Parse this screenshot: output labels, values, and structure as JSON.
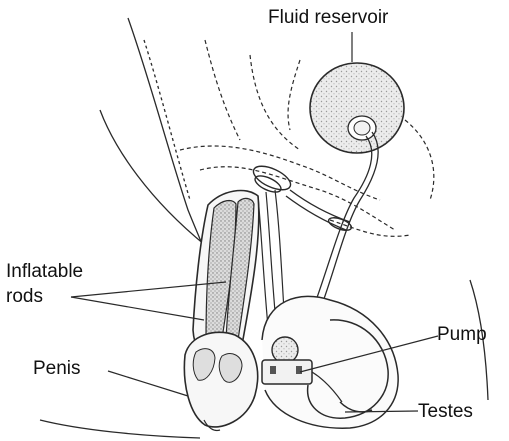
{
  "labels": {
    "fluid_reservoir": "Fluid reservoir",
    "inflatable_rods_line1": "Inflatable",
    "inflatable_rods_line2": "rods",
    "penis": "Penis",
    "pump": "Pump",
    "testes": "Testes"
  },
  "colors": {
    "ink": "#2a2a2a",
    "reservoir_fill": "#e6e6e6",
    "rod_fill": "#d9d9d9",
    "background": "#ffffff"
  }
}
